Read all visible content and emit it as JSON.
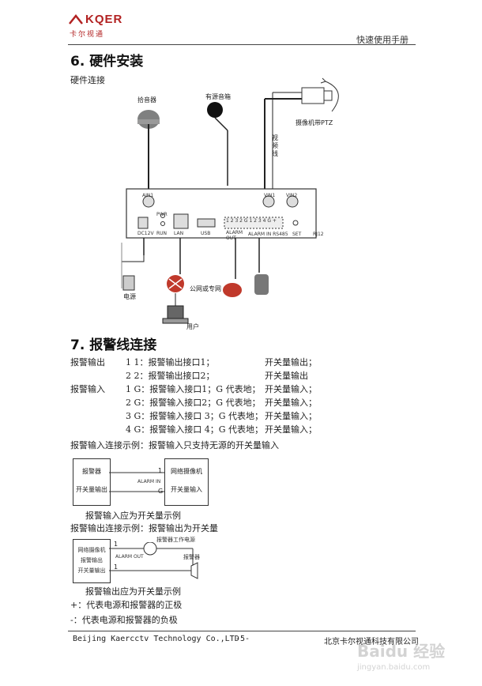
{
  "header": {
    "logo_mark": "KQER",
    "logo_sub": "卡尔视通",
    "manual_title": "快速使用手册"
  },
  "section6": {
    "title": "6. 硬件安装",
    "subtitle": "硬件连接",
    "labels": {
      "pickup": "拾音器",
      "speaker": "有源音箱",
      "video_line": "视频线",
      "ptz_camera": "摄像机带PTZ",
      "ain1": "AIN1",
      "vin1": "VIN1",
      "vin2": "VIN2",
      "dc12v": "DC12V",
      "pwr": "PWR",
      "run": "RUN",
      "lan": "LAN",
      "usb": "USB",
      "alarm_out": "ALARM OUT",
      "alarm_in_rs485": "ALARM IN RS485",
      "set": "SET",
      "rj12": "RJ12",
      "terminal_nums": "1 2 3 2   G 1 2 3 4   G +",
      "power": "电源",
      "network": "公网或专网",
      "user": "用户"
    }
  },
  "section7": {
    "title": "7. 报警线连接",
    "rows": [
      {
        "group": "报警输出",
        "pin": "1 1：报警输出接口1；",
        "type": "开关量输出；"
      },
      {
        "group": "",
        "pin": "2 2：报警输出接口2；",
        "type": "开关量输出"
      },
      {
        "group": "报警输入",
        "pin": "1 G：报警输入接口1；G 代表地；",
        "type": "开关量输入；"
      },
      {
        "group": "",
        "pin": "2 G：报警输入接口2；G 代表地；",
        "type": "开关量输入；"
      },
      {
        "group": "",
        "pin": "3 G：报警输入接口 3；G 代表地；",
        "type": "开关量输入；"
      },
      {
        "group": "",
        "pin": "4 G：报警输入接口 4；G 代表地；",
        "type": "开关量输入；"
      }
    ],
    "input_example_title": "报警输入连接示例：报警输入只支持无源的开关量输入",
    "input_diagram": {
      "left_line1": "报警器",
      "left_line2": "开关量输出",
      "right_line1": "网络摄像机",
      "right_line2": "开关量输入",
      "pin_top": "1",
      "pin_bottom": "G",
      "wire_label": "ALARM IN"
    },
    "input_caption": "报警输入应为开关量示例",
    "output_example_title": "报警输出连接示例：报警输出为开关量",
    "output_diagram": {
      "box_line1": "网络摄像机",
      "box_line2": "报警输出",
      "box_line3": "开关量输出",
      "power_label": "报警器工作电源",
      "pin_top": "1",
      "pin_bottom": "1",
      "wire_label": "ALARM OUT",
      "device_label": "报警器"
    },
    "output_caption": "报警输出应为开关量示例",
    "note_plus": "+：代表电源和报警器的正极",
    "note_minus": "-：代表电源和报警器的负极"
  },
  "footer": {
    "company": "Beijing Kaercctv Technology Co.,LTD",
    "page": "-5-",
    "company_cn": "北京卡尔视通科技有限公司",
    "watermark": "Baidu 经验",
    "watermark_url": "jingyan.baidu.com"
  }
}
